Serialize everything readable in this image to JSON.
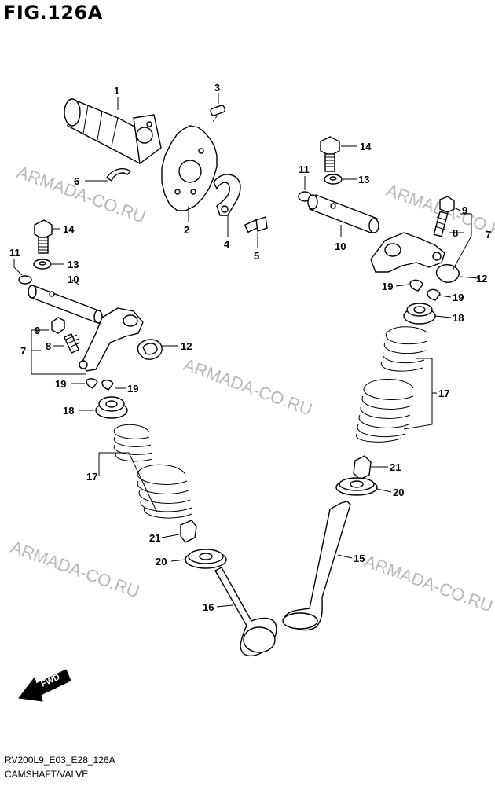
{
  "header": {
    "title": "FIG.126A"
  },
  "footer": {
    "code": "RV200L9_E03_E28_126A",
    "name": "CAMSHAFT/VALVE"
  },
  "watermarks": [
    "ARMADA-CO.RU",
    "ARMADA-CO.RU",
    "ARMADA-CO.RU",
    "ARMADA-CO.RU",
    "ARMADA-CO.RU"
  ],
  "fwd_label": "FWD",
  "callouts": [
    "1",
    "2",
    "3",
    "4",
    "5",
    "6",
    "14",
    "11",
    "13",
    "10",
    "9",
    "8",
    "7",
    "12",
    "19",
    "19",
    "18",
    "17",
    "21",
    "20",
    "15",
    "14",
    "13",
    "11",
    "10",
    "9",
    "7",
    "8",
    "12",
    "19",
    "19",
    "18",
    "17",
    "21",
    "20",
    "16"
  ]
}
